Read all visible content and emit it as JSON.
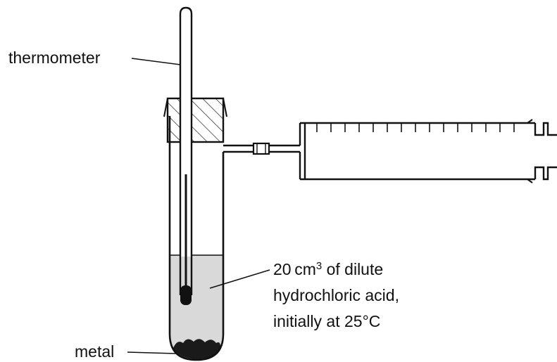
{
  "labels": {
    "thermometer": "thermometer",
    "metal": "metal",
    "acid_amount": "20 cm",
    "acid_amount_sup": "3",
    "acid_line1_rest": " of dilute",
    "acid_line2": "hydrochloric acid,",
    "acid_line3": "initially at 25°C"
  },
  "colors": {
    "line": "#111111",
    "liquid": "#d9d9d9",
    "metal": "#1a1a1a",
    "background": "#ffffff"
  }
}
